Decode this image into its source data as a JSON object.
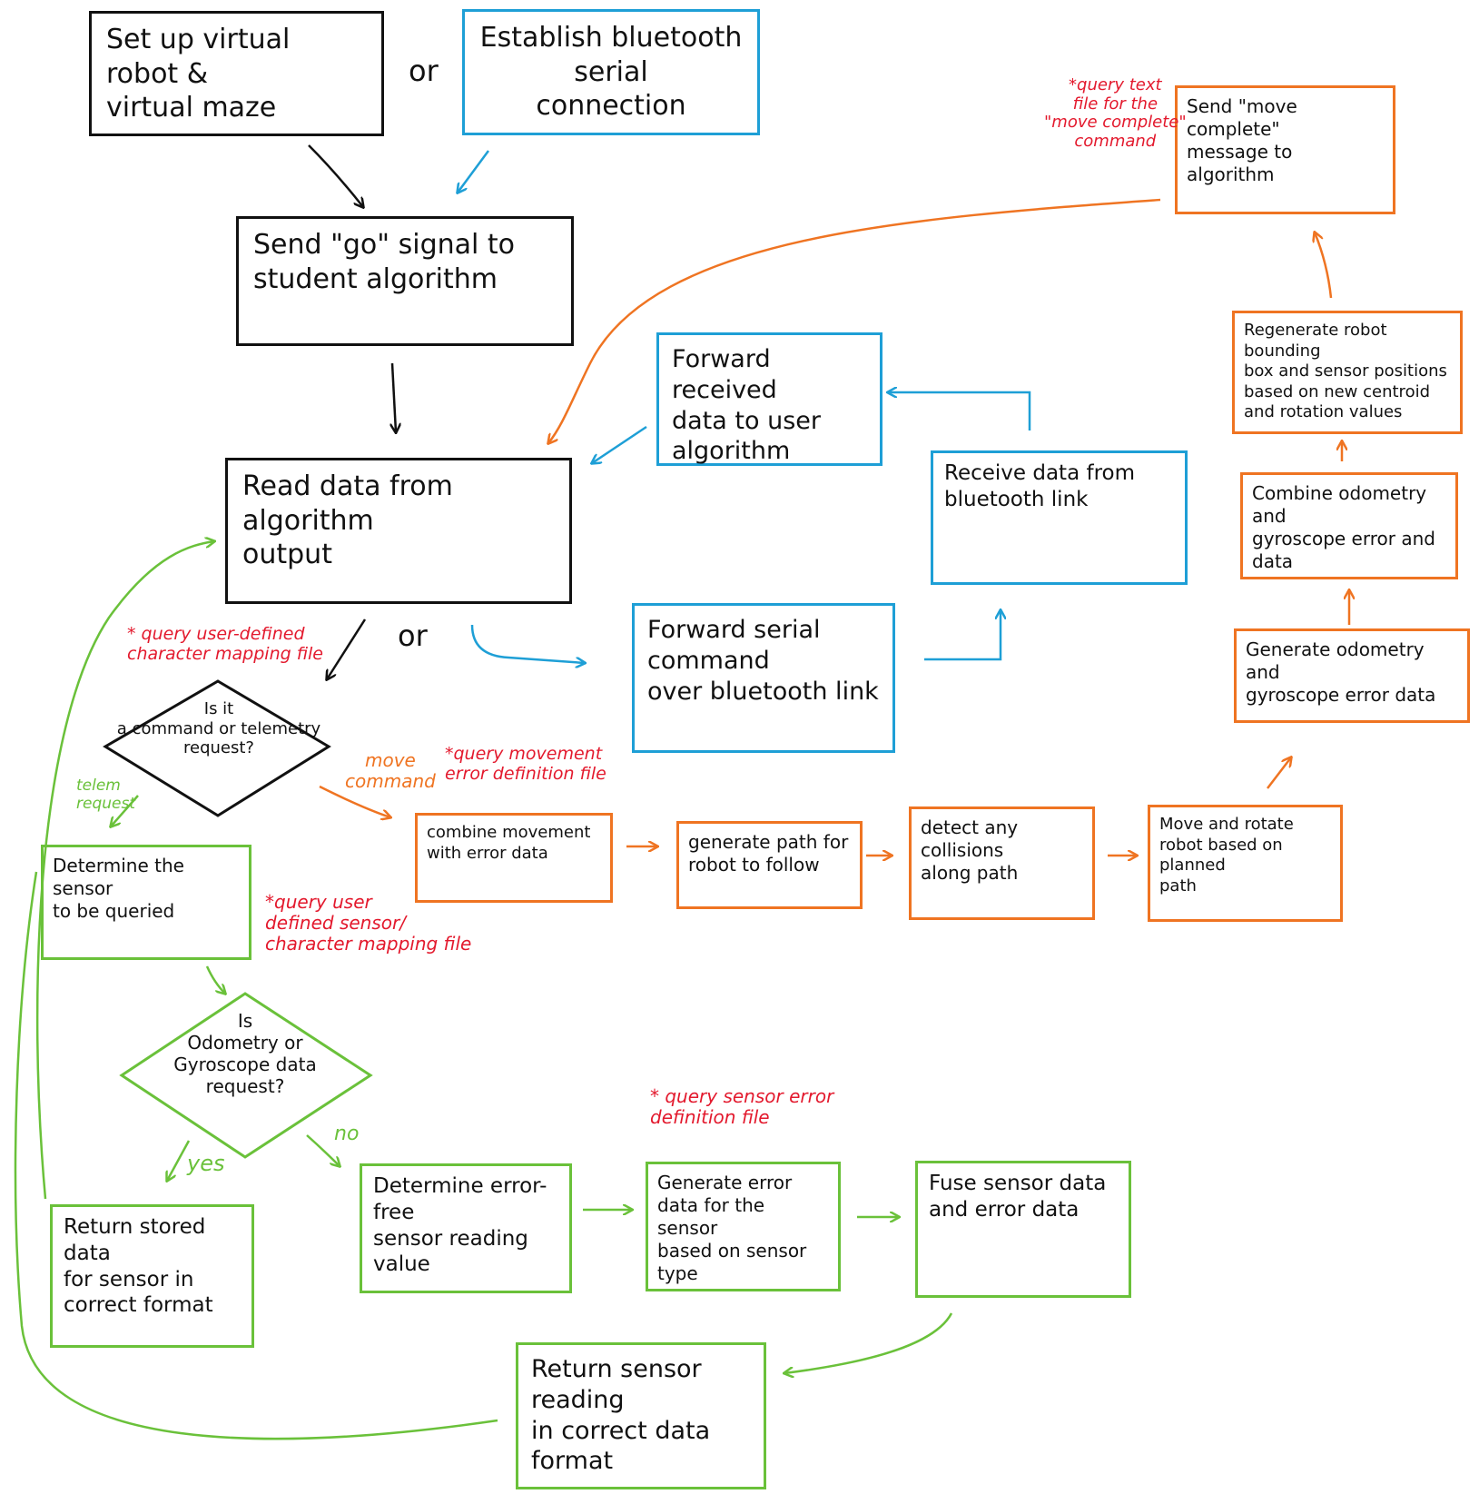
{
  "colors": {
    "black": "#111111",
    "blue": "#1e9fd6",
    "orange": "#ef7422",
    "green": "#6ac13a",
    "red": "#e3192d"
  },
  "boxes": {
    "setup_virtual": "Set up virtual robot &\nvirtual maze",
    "establish_bt": "Establish bluetooth serial\nconnection",
    "send_go": "Send \"go\" signal to\nstudent algorithm",
    "read_data": "Read data from algorithm\n      output",
    "forward_received": "Forward received\ndata to user\nalgorithm",
    "receive_bt": "Receive data from\nbluetooth link",
    "forward_serial": "Forward serial command\n  over bluetooth link",
    "send_move_complete": "Send \"move complete\"\nmessage to algorithm",
    "regenerate_bbox": "Regenerate robot bounding\nbox and sensor positions\nbased on new centroid\nand rotation values",
    "combine_odometry": "Combine odometry and\ngyroscope error and\ndata",
    "generate_odometry": "Generate odometry and\ngyroscope error data",
    "combine_movement": "combine movement\nwith error data",
    "generate_path": "generate path for\nrobot to follow",
    "detect_collisions": "detect any collisions\nalong path",
    "move_rotate": "Move and rotate\nrobot based on planned\npath",
    "determine_sensor": "Determine the sensor\nto be queried",
    "return_stored": "Return stored data\nfor sensor in\ncorrect format",
    "determine_error_free": "Determine error-free\nsensor reading value",
    "generate_error": "Generate error\ndata for the sensor\nbased on sensor\ntype",
    "fuse_sensor": "Fuse sensor data\nand error data",
    "return_sensor_reading": "Return sensor reading\nin correct data\nformat"
  },
  "decisions": {
    "command_or_telemetry": "Is it\na command or telemetry\nrequest?",
    "odometry_gyro": "Is\nOdometry or\nGyroscope data\nrequest?"
  },
  "labels": {
    "or_top": "or",
    "or_mid": "or",
    "move_command": "move\ncommand",
    "telem_request": "telem\nrequest",
    "yes": "yes",
    "no": "no"
  },
  "notes": {
    "query_text_file": "*query text\nfile for the\n\"move complete\"\ncommand",
    "query_char_map": "* query user-defined\ncharacter mapping file",
    "query_movement_error": "*query movement\nerror definition file",
    "query_sensor_map": "*query user\ndefined sensor/\ncharacter mapping file",
    "query_sensor_error": "* query sensor error\ndefinition file"
  }
}
